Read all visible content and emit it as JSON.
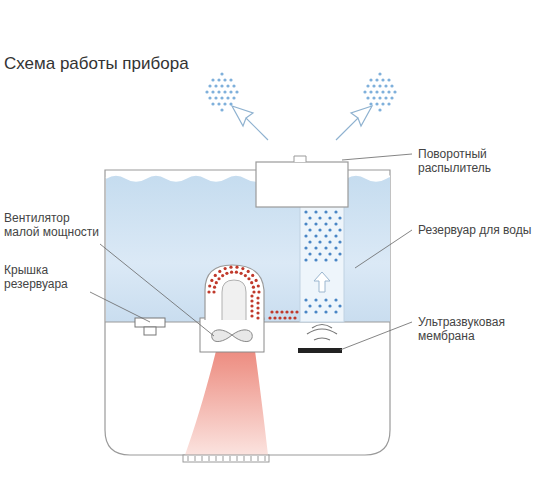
{
  "diagram": {
    "title": "Схема работы прибора",
    "labels": [
      "Поворотный распылитель",
      "Резервуар для воды",
      "Ультразвуковая мембрана",
      "Вентилятор малой мощности",
      "Крышка резервуара"
    ]
  }
}
